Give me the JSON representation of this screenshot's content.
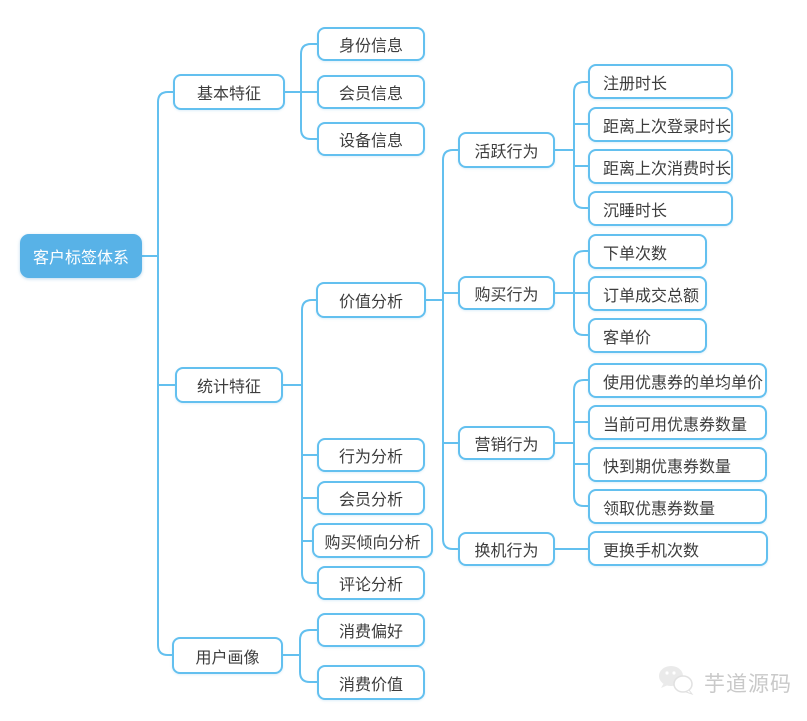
{
  "mindmap": {
    "root_label": "客户标签体系",
    "basic": {
      "label": "基本特征",
      "children": [
        "身份信息",
        "会员信息",
        "设备信息"
      ]
    },
    "stats": {
      "label": "统计特征",
      "value": {
        "label": "价值分析",
        "active": {
          "label": "活跃行为",
          "children": [
            "注册时长",
            "距离上次登录时长",
            "距离上次消费时长",
            "沉睡时长"
          ]
        },
        "purchase": {
          "label": "购买行为",
          "children": [
            "下单次数",
            "订单成交总额",
            "客单价"
          ]
        },
        "marketing": {
          "label": "营销行为",
          "children": [
            "使用优惠券的单均单价",
            "当前可用优惠券数量",
            "快到期优惠券数量",
            "领取优惠券数量"
          ]
        },
        "switch": {
          "label": "换机行为",
          "children": [
            "更换手机次数"
          ]
        }
      },
      "others": [
        "行为分析",
        "会员分析",
        "购买倾向分析",
        "评论分析"
      ]
    },
    "portrait": {
      "label": "用户画像",
      "children": [
        "消费偏好",
        "消费价值"
      ]
    }
  },
  "watermark": {
    "text": "芋道源码"
  },
  "colors": {
    "accent": "#63c0ef",
    "root_fill": "#58b2e7",
    "text": "#3d3d3d",
    "watermark": "#c9c9c9"
  }
}
